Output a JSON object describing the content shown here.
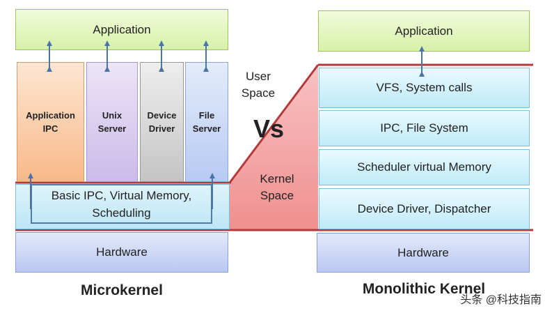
{
  "microkernel": {
    "application": "Application",
    "servers": [
      {
        "line1": "Application",
        "line2": "IPC"
      },
      {
        "line1": "Unix",
        "line2": "Server"
      },
      {
        "line1": "Device",
        "line2": "Driver"
      },
      {
        "line1": "File",
        "line2": "Server"
      }
    ],
    "kernel_line1": "Basic IPC, Virtual Memory,",
    "kernel_line2": "Scheduling",
    "hardware": "Hardware",
    "title": "Microkernel"
  },
  "middle": {
    "user_space_line1": "User",
    "user_space_line2": "Space",
    "vs": "Vs",
    "kernel_space_line1": "Kernel",
    "kernel_space_line2": "Space"
  },
  "monolithic": {
    "application": "Application",
    "layers": [
      "VFS, System calls",
      "IPC, File System",
      "Scheduler virtual Memory",
      "Device Driver, Dispatcher"
    ],
    "hardware": "Hardware",
    "title": "Monolithic Kernel"
  },
  "watermark": "头条 @科技指南",
  "colors": {
    "application": "#d8f1a8",
    "hardware": "#b9c8f0",
    "kernel_layer": "#bfeaf8",
    "kernel_space_fill": "#f4a6a6",
    "boundary_line": "#b23a3a",
    "arrow": "#4a74a8"
  }
}
